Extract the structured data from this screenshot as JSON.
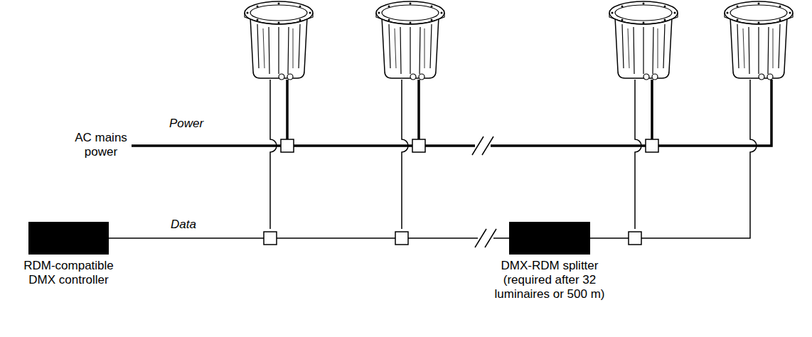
{
  "diagram": {
    "nodes": [
      {
        "text": [
          "RDM-compatible DMX controller"
        ]
      },
      {
        "text": [
          "DMX-RDM splitter (required after 32 luminaires or 500 m)"
        ]
      }
    ],
    "edges": [
      {
        "from": 0,
        "to": 1,
        "arrow": "none"
      }
    ],
    "labels": [
      "AC mains power",
      "Power",
      "Data"
    ]
  }
}
